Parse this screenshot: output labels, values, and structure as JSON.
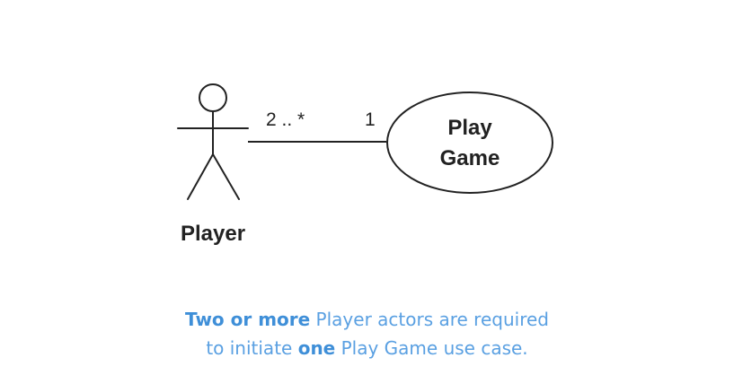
{
  "diagram": {
    "actor": {
      "label": "Player",
      "icon": "stick-figure-icon"
    },
    "use_case": {
      "line1": "Play",
      "line2": "Game"
    },
    "association": {
      "actor_multiplicity": "2 .. *",
      "use_case_multiplicity": "1"
    }
  },
  "caption": {
    "line1_bold": "Two or more",
    "line1_rest": " Player actors are required",
    "line2_start": "to initiate ",
    "line2_bold": "one",
    "line2_rest": " Play Game use case."
  },
  "colors": {
    "caption": "#5aa0e2",
    "stroke": "#222222"
  }
}
